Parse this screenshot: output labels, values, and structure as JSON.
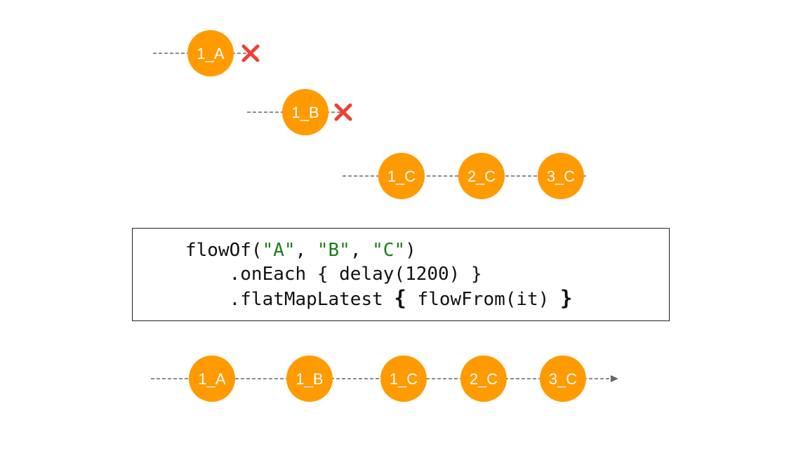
{
  "colors": {
    "marble": "#FF9A00",
    "cancel": "#EE4035",
    "line": "#666666",
    "string": "#1a7f1a"
  },
  "inner_flows": [
    {
      "marbles": [
        "1_A"
      ],
      "cancelled": true
    },
    {
      "marbles": [
        "1_B"
      ],
      "cancelled": true
    },
    {
      "marbles": [
        "1_C",
        "2_C",
        "3_C"
      ],
      "cancelled": false
    }
  ],
  "code": {
    "line1": {
      "fn": "flowOf(",
      "a": "\"A\"",
      "sep1": ", ",
      "b": "\"B\"",
      "sep2": ", ",
      "c": "\"C\"",
      "end": ")"
    },
    "line2": "    .onEach { delay(1200) }",
    "line3": {
      "pre": "    .flatMapLatest ",
      "open": "{",
      "mid": " flowFrom(it) ",
      "close": "}"
    }
  },
  "output_flow": {
    "marbles": [
      "1_A",
      "1_B",
      "1_C",
      "2_C",
      "3_C"
    ]
  }
}
